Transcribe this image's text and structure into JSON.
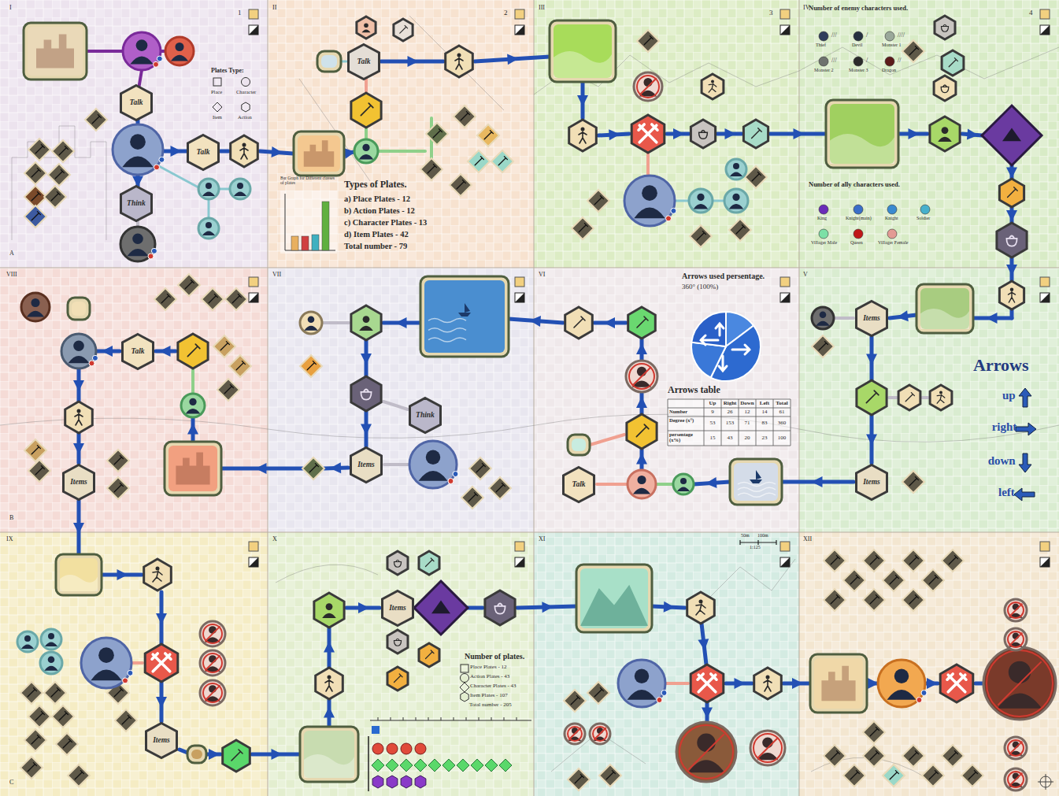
{
  "diagram": {
    "nodes": [
      {
        "text": [
          "Talk"
        ]
      },
      {
        "text": [
          "Talk"
        ]
      },
      {
        "text": [
          "Think"
        ]
      },
      {
        "text": [
          "Talk"
        ]
      },
      {
        "text": [
          "Talk"
        ]
      },
      {
        "text": [
          "Items"
        ]
      },
      {
        "text": [
          "Think"
        ]
      },
      {
        "text": [
          "Items"
        ]
      },
      {
        "text": [
          "Talk"
        ]
      },
      {
        "text": [
          "Items"
        ]
      },
      {
        "text": [
          "Items"
        ]
      },
      {
        "text": [
          "Items"
        ]
      },
      {
        "text": [
          "Items"
        ]
      }
    ],
    "labels": [
      "I",
      "II",
      "III",
      "IV",
      "1",
      "2",
      "3",
      "4",
      "A",
      "VIII",
      "VII",
      "VI",
      "V",
      "B",
      "IX",
      "X",
      "XI",
      "XII",
      "C",
      "Plates Type:",
      "Bar Graph for Different classes of plates",
      "Types of Plates.",
      "a) Place Plates - 12",
      "b) Action Plates - 12",
      "c) Character Plates - 13",
      "d) Item Plates - 42",
      "Total number - 79",
      "Number of enemy characters used.",
      "///",
      "/",
      "////",
      "///",
      "/",
      "//",
      "Number of ally characters used.",
      "Arrows used persentage.",
      "360° (100%)",
      "Arrows table",
      "Up",
      "Right",
      "Down",
      "Left",
      "Total",
      "Number",
      "9",
      "26",
      "12",
      "14",
      "61",
      "Degree (x°)",
      "53",
      "153",
      "71",
      "83",
      "360",
      "persentage (x%)",
      "15",
      "43",
      "20",
      "23",
      "100",
      "Arrows",
      "Number of plates.",
      "Total number - 205",
      "50m",
      "100m",
      "1:125"
    ],
    "legend": [
      {
        "text": "Place"
      },
      {
        "text": "Character"
      },
      {
        "text": "Item"
      },
      {
        "text": "Action"
      },
      {
        "text": "Thief",
        "color": "#2f3d5c"
      },
      {
        "text": "Devil",
        "color": "#263040"
      },
      {
        "text": "Monster 1",
        "color": "#9aa89a"
      },
      {
        "text": "Monster 2",
        "color": "#6e726e"
      },
      {
        "text": "Monster 3",
        "color": "#2b2b2b"
      },
      {
        "text": "Dragon",
        "color": "#5c1a1a"
      },
      {
        "text": "King",
        "color": "#6a2cb8"
      },
      {
        "text": "Knight(main)",
        "color": "#3a6ec8"
      },
      {
        "text": "Knight",
        "color": "#3a8ad0"
      },
      {
        "text": "Soldier",
        "color": "#46b0cc"
      },
      {
        "text": "Villager Male",
        "color": "#7ce0a6"
      },
      {
        "text": "Queen",
        "color": "#c01818"
      },
      {
        "text": "Villager Female",
        "color": "#e39a94"
      },
      {
        "text": "up"
      },
      {
        "text": "right"
      },
      {
        "text": "down"
      },
      {
        "text": "left"
      },
      {
        "text": "Place Plates - 12"
      },
      {
        "text": "Action Plates - 43"
      },
      {
        "text": "Character Plates - 43"
      },
      {
        "text": "Item Plates - 107"
      }
    ]
  }
}
